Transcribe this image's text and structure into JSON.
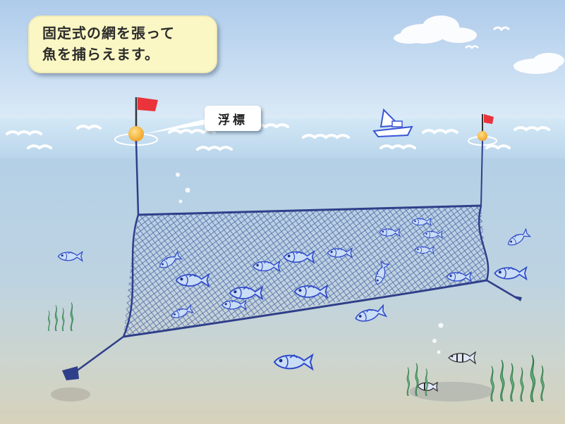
{
  "caption": {
    "line1": "固定式の網を張って",
    "line2": "魚を捕らえます。"
  },
  "buoy_label": "浮標",
  "colors": {
    "sky_top": "#b7d3ef",
    "sea_surface": "#c9e3f4",
    "sea_deep": "#a9c6dc",
    "seabed": "#d4d0b9",
    "net_rope": "#2f3f8a",
    "fish": "#3a56d6",
    "flag": "#e8343a",
    "buoy": "#f5a623",
    "caption_bg": "#fbf7c4"
  },
  "icons": [
    "cloud-icon",
    "seagull-icon",
    "boat-icon",
    "buoy-icon",
    "flag-icon",
    "fish-icon",
    "seaweed-icon",
    "anchor-icon",
    "bubble-icon"
  ]
}
